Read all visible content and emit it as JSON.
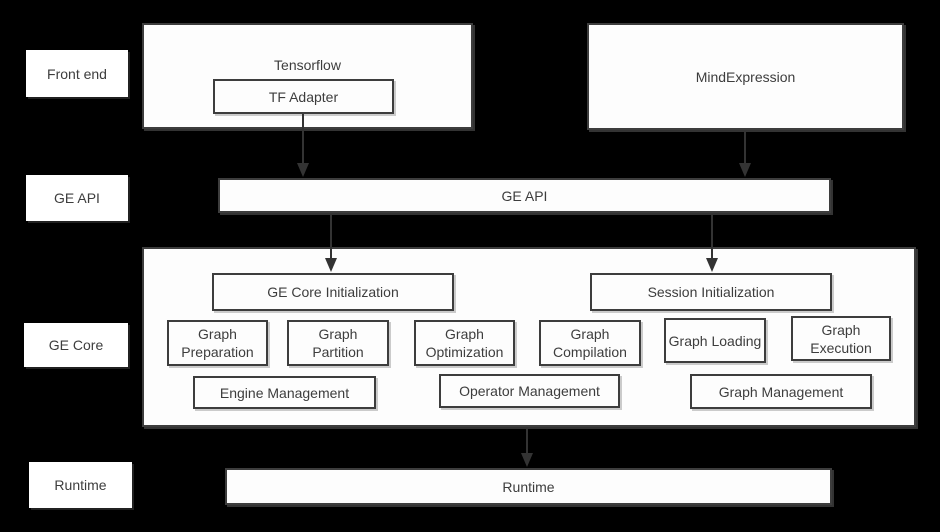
{
  "colors": {
    "background": "#000000",
    "node_fill": "#fdfdfd",
    "node_border": "#3d3d3d",
    "text": "#3d3d3d",
    "arrow": "#333333"
  },
  "row_labels": {
    "front_end": "Front end",
    "ge_api": "GE API",
    "ge_core": "GE Core",
    "runtime": "Runtime"
  },
  "nodes": {
    "tensorflow": "Tensorflow",
    "tf_adapter": "TF Adapter",
    "mind_expression": "MindExpression",
    "ge_api": "GE API",
    "ge_core_initialization": "GE Core Initialization",
    "session_initialization": "Session Initialization",
    "graph_preparation": "Graph Preparation",
    "graph_partition": "Graph Partition",
    "graph_optimization": "Graph Optimization",
    "graph_compilation": "Graph Compilation",
    "graph_loading": "Graph Loading",
    "graph_execution": "Graph Execution",
    "engine_management": "Engine Management",
    "operator_management": "Operator Management",
    "graph_management": "Graph Management",
    "runtime": "Runtime"
  }
}
